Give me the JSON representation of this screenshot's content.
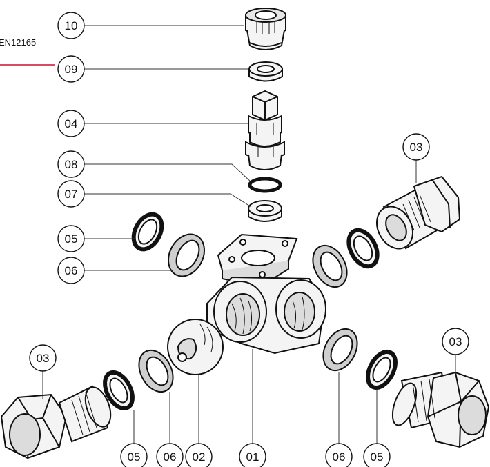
{
  "standard_note": "EN12165",
  "colors": {
    "ink": "#111111",
    "leader": "#333333",
    "note_line": "#c8102e",
    "paper": "#ffffff",
    "part_fill": "#f4f4f4",
    "part_shade": "#cfcfcf"
  },
  "callouts": [
    {
      "id": "c-10-top",
      "label": "10",
      "part": "cap"
    },
    {
      "id": "c-09",
      "label": "09",
      "part": "upper-ring"
    },
    {
      "id": "c-04",
      "label": "04",
      "part": "stem"
    },
    {
      "id": "c-08",
      "label": "08",
      "part": "o-ring"
    },
    {
      "id": "c-07",
      "label": "07",
      "part": "stem-washer"
    },
    {
      "id": "c-05-left",
      "label": "05",
      "part": "left-seat-ring"
    },
    {
      "id": "c-06-left",
      "label": "06",
      "part": "left-gasket"
    },
    {
      "id": "c-03-right-top",
      "label": "03",
      "part": "upper-right-union"
    },
    {
      "id": "c-03-left",
      "label": "03",
      "part": "lower-left-union"
    },
    {
      "id": "c-03-right-bottom",
      "label": "03",
      "part": "lower-right-union"
    },
    {
      "id": "c-05-bottom-left",
      "label": "05",
      "part": "front-left-seat-ring"
    },
    {
      "id": "c-06-bottom-left",
      "label": "06",
      "part": "front-left-gasket"
    },
    {
      "id": "c-02",
      "label": "02",
      "part": "ball"
    },
    {
      "id": "c-01",
      "label": "01",
      "part": "body"
    },
    {
      "id": "c-06-bottom-right",
      "label": "06",
      "part": "front-right-gasket"
    },
    {
      "id": "c-05-bottom-right",
      "label": "05",
      "part": "front-right-seat-ring"
    }
  ]
}
